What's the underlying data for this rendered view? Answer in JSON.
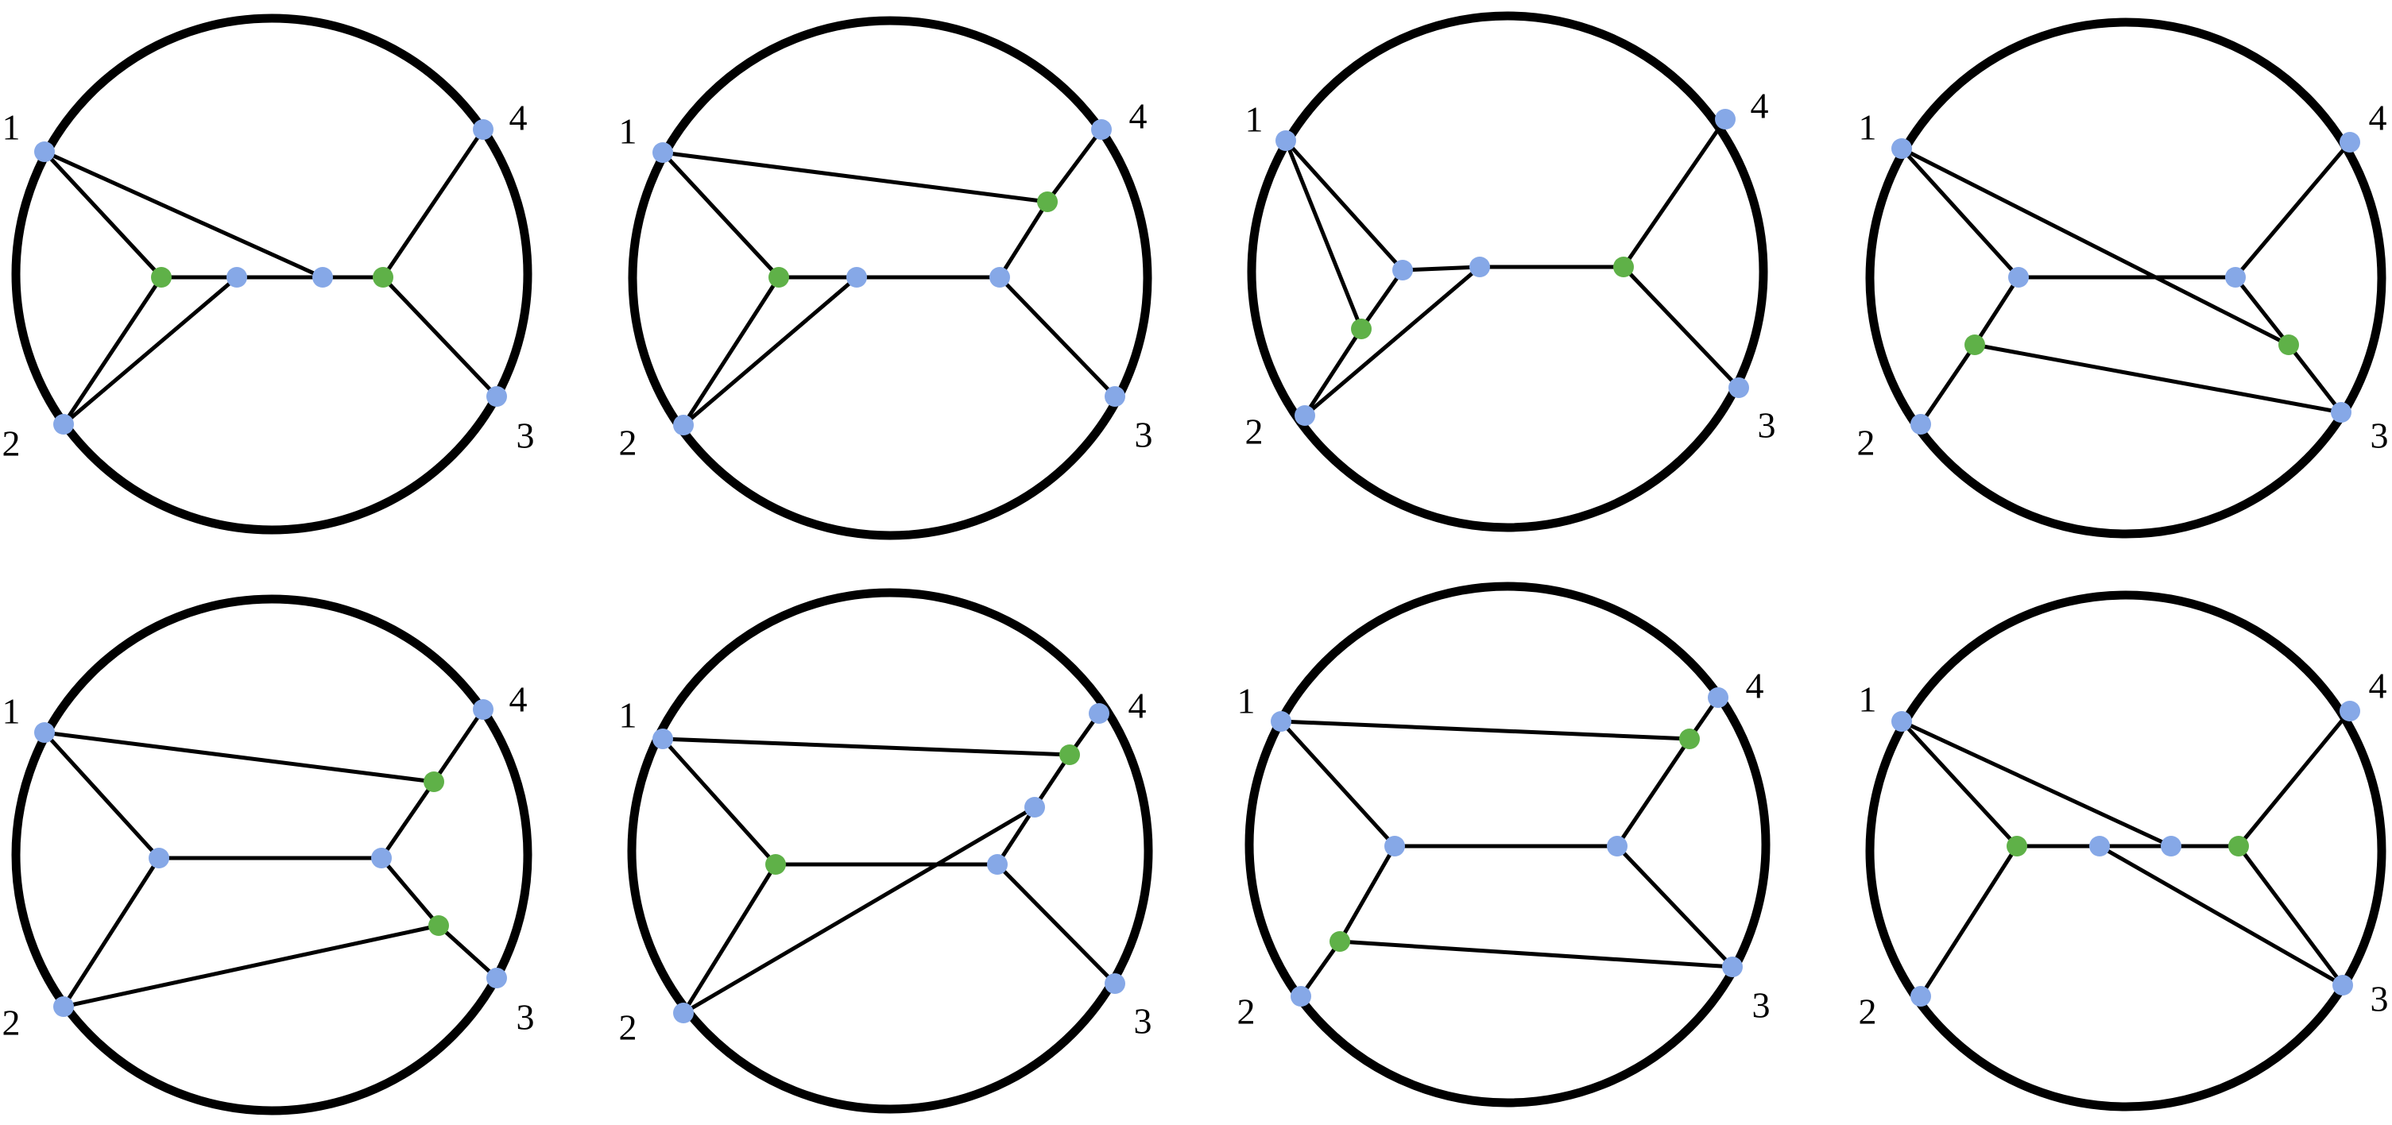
{
  "colors": {
    "boundary": "#000000",
    "edge": "#000000",
    "vertex_blue": "#86a8e7",
    "vertex_green": "#5fb148",
    "background": "#ffffff"
  },
  "external_labels": [
    "1",
    "2",
    "3",
    "4"
  ],
  "diagrams": [
    {
      "name": "diagram-1",
      "vertices": [
        {
          "id": "e1",
          "label": "1",
          "color": "blue"
        },
        {
          "id": "e2",
          "label": "2",
          "color": "blue"
        },
        {
          "id": "e3",
          "label": "3",
          "color": "blue"
        },
        {
          "id": "e4",
          "label": "4",
          "color": "blue"
        },
        {
          "id": "g1",
          "color": "green"
        },
        {
          "id": "b1",
          "color": "blue"
        },
        {
          "id": "b2",
          "color": "blue"
        },
        {
          "id": "g2",
          "color": "green"
        }
      ],
      "edges": [
        [
          "e1",
          "g1"
        ],
        [
          "e2",
          "g1"
        ],
        [
          "e2",
          "b1"
        ],
        [
          "e1",
          "b2"
        ],
        [
          "g1",
          "b1"
        ],
        [
          "b1",
          "b2"
        ],
        [
          "b2",
          "g2"
        ],
        [
          "g2",
          "e4"
        ],
        [
          "g2",
          "e3"
        ]
      ]
    },
    {
      "name": "diagram-2",
      "vertices": [
        {
          "id": "e1",
          "label": "1",
          "color": "blue"
        },
        {
          "id": "e2",
          "label": "2",
          "color": "blue"
        },
        {
          "id": "e3",
          "label": "3",
          "color": "blue"
        },
        {
          "id": "e4",
          "label": "4",
          "color": "blue"
        },
        {
          "id": "g1",
          "color": "green"
        },
        {
          "id": "b1",
          "color": "blue"
        },
        {
          "id": "b2",
          "color": "blue"
        },
        {
          "id": "g2",
          "color": "green"
        }
      ],
      "edges": [
        [
          "e1",
          "g2"
        ],
        [
          "e1",
          "g1"
        ],
        [
          "e2",
          "g1"
        ],
        [
          "e2",
          "b1"
        ],
        [
          "g1",
          "b1"
        ],
        [
          "b1",
          "b2"
        ],
        [
          "b2",
          "g2"
        ],
        [
          "g2",
          "e4"
        ],
        [
          "b2",
          "e3"
        ]
      ]
    },
    {
      "name": "diagram-3",
      "vertices": [
        {
          "id": "e1",
          "label": "1",
          "color": "blue"
        },
        {
          "id": "e2",
          "label": "2",
          "color": "blue"
        },
        {
          "id": "e3",
          "label": "3",
          "color": "blue"
        },
        {
          "id": "e4",
          "label": "4",
          "color": "blue"
        },
        {
          "id": "b1",
          "color": "blue"
        },
        {
          "id": "g1",
          "color": "green"
        },
        {
          "id": "b2",
          "color": "blue"
        },
        {
          "id": "g2",
          "color": "green"
        }
      ],
      "edges": [
        [
          "e1",
          "b1"
        ],
        [
          "e1",
          "g1"
        ],
        [
          "e2",
          "g1"
        ],
        [
          "g1",
          "b1"
        ],
        [
          "e2",
          "b2"
        ],
        [
          "b1",
          "b2"
        ],
        [
          "b2",
          "g2"
        ],
        [
          "g2",
          "e4"
        ],
        [
          "g2",
          "e3"
        ]
      ]
    },
    {
      "name": "diagram-4",
      "vertices": [
        {
          "id": "e1",
          "label": "1",
          "color": "blue"
        },
        {
          "id": "e2",
          "label": "2",
          "color": "blue"
        },
        {
          "id": "e3",
          "label": "3",
          "color": "blue"
        },
        {
          "id": "e4",
          "label": "4",
          "color": "blue"
        },
        {
          "id": "b1",
          "color": "blue"
        },
        {
          "id": "b2",
          "color": "blue"
        },
        {
          "id": "g1",
          "color": "green"
        },
        {
          "id": "g2",
          "color": "green"
        }
      ],
      "edges": [
        [
          "e1",
          "b1"
        ],
        [
          "e1",
          "g2"
        ],
        [
          "b1",
          "b2"
        ],
        [
          "b2",
          "e4"
        ],
        [
          "b2",
          "g2"
        ],
        [
          "g2",
          "e3"
        ],
        [
          "b1",
          "g1"
        ],
        [
          "g1",
          "e2"
        ],
        [
          "g1",
          "e3"
        ]
      ]
    },
    {
      "name": "diagram-5",
      "vertices": [
        {
          "id": "e1",
          "label": "1",
          "color": "blue"
        },
        {
          "id": "e2",
          "label": "2",
          "color": "blue"
        },
        {
          "id": "e3",
          "label": "3",
          "color": "blue"
        },
        {
          "id": "e4",
          "label": "4",
          "color": "blue"
        },
        {
          "id": "b1",
          "color": "blue"
        },
        {
          "id": "b2",
          "color": "blue"
        },
        {
          "id": "g1",
          "color": "green"
        },
        {
          "id": "g2",
          "color": "green"
        }
      ],
      "edges": [
        [
          "e1",
          "g1"
        ],
        [
          "e1",
          "b1"
        ],
        [
          "e2",
          "b1"
        ],
        [
          "b1",
          "b2"
        ],
        [
          "b2",
          "g1"
        ],
        [
          "g1",
          "e4"
        ],
        [
          "b2",
          "g2"
        ],
        [
          "g2",
          "e3"
        ],
        [
          "e2",
          "g2"
        ]
      ]
    },
    {
      "name": "diagram-6",
      "vertices": [
        {
          "id": "e1",
          "label": "1",
          "color": "blue"
        },
        {
          "id": "e2",
          "label": "2",
          "color": "blue"
        },
        {
          "id": "e3",
          "label": "3",
          "color": "blue"
        },
        {
          "id": "e4",
          "label": "4",
          "color": "blue"
        },
        {
          "id": "g1",
          "color": "green"
        },
        {
          "id": "b1",
          "color": "blue"
        },
        {
          "id": "b2",
          "color": "blue"
        },
        {
          "id": "g2",
          "color": "green"
        }
      ],
      "edges": [
        [
          "e1",
          "g2"
        ],
        [
          "e1",
          "g1"
        ],
        [
          "e2",
          "g1"
        ],
        [
          "g1",
          "b1"
        ],
        [
          "b1",
          "b2"
        ],
        [
          "b2",
          "g2"
        ],
        [
          "g2",
          "e4"
        ],
        [
          "b1",
          "e3"
        ],
        [
          "e2",
          "b2"
        ]
      ]
    },
    {
      "name": "diagram-7",
      "vertices": [
        {
          "id": "e1",
          "label": "1",
          "color": "blue"
        },
        {
          "id": "e2",
          "label": "2",
          "color": "blue"
        },
        {
          "id": "e3",
          "label": "3",
          "color": "blue"
        },
        {
          "id": "e4",
          "label": "4",
          "color": "blue"
        },
        {
          "id": "b1",
          "color": "blue"
        },
        {
          "id": "b2",
          "color": "blue"
        },
        {
          "id": "g1",
          "color": "green"
        },
        {
          "id": "g2",
          "color": "green"
        }
      ],
      "edges": [
        [
          "e1",
          "g2"
        ],
        [
          "e1",
          "b1"
        ],
        [
          "b1",
          "b2"
        ],
        [
          "b2",
          "g2"
        ],
        [
          "g2",
          "e4"
        ],
        [
          "b2",
          "e3"
        ],
        [
          "b1",
          "g1"
        ],
        [
          "g1",
          "e2"
        ],
        [
          "g1",
          "e3"
        ]
      ]
    },
    {
      "name": "diagram-8",
      "vertices": [
        {
          "id": "e1",
          "label": "1",
          "color": "blue"
        },
        {
          "id": "e2",
          "label": "2",
          "color": "blue"
        },
        {
          "id": "e3",
          "label": "3",
          "color": "blue"
        },
        {
          "id": "e4",
          "label": "4",
          "color": "blue"
        },
        {
          "id": "g1",
          "color": "green"
        },
        {
          "id": "b1",
          "color": "blue"
        },
        {
          "id": "b2",
          "color": "blue"
        },
        {
          "id": "g2",
          "color": "green"
        }
      ],
      "edges": [
        [
          "e1",
          "g1"
        ],
        [
          "e1",
          "b2"
        ],
        [
          "g1",
          "e2"
        ],
        [
          "g1",
          "b1"
        ],
        [
          "b1",
          "b2"
        ],
        [
          "b2",
          "g2"
        ],
        [
          "g2",
          "e4"
        ],
        [
          "g2",
          "e3"
        ],
        [
          "b1",
          "e3"
        ]
      ]
    }
  ]
}
